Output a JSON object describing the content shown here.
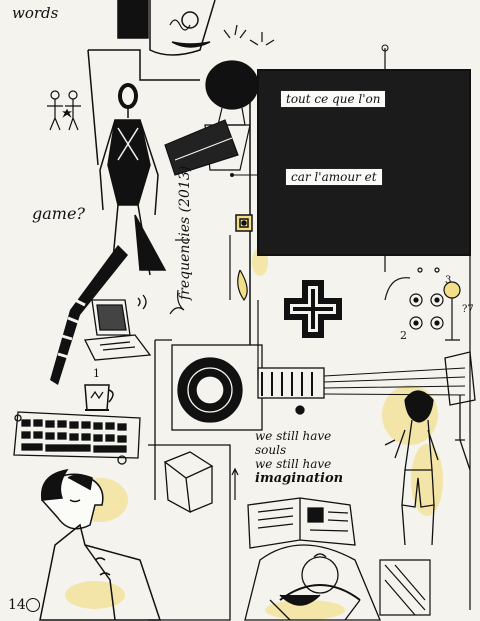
{
  "texts": {
    "corner_word": "words",
    "game": "game?",
    "frequencies": "frequencies (2013)",
    "box_line1": "tout ce que l'on",
    "box_line2": "car l'amour et",
    "soul_line1": "we still have",
    "soul_line2": "souls",
    "soul_line3": "we still have",
    "soul_line4": "imagination",
    "page_number": "14",
    "numbers": [
      "1",
      "2",
      "3"
    ],
    "small_mark": "?7"
  },
  "icons": [
    "plus-icon",
    "laptop-icon",
    "keyboard-icon",
    "mug-icon",
    "cube-icon",
    "speaker-icon",
    "guitar-icon"
  ],
  "colors": {
    "ink": "#111111",
    "paper": "#f4f3ee",
    "dark_panel": "#1b1b1b",
    "yellow_wash": "#f3de8a"
  }
}
